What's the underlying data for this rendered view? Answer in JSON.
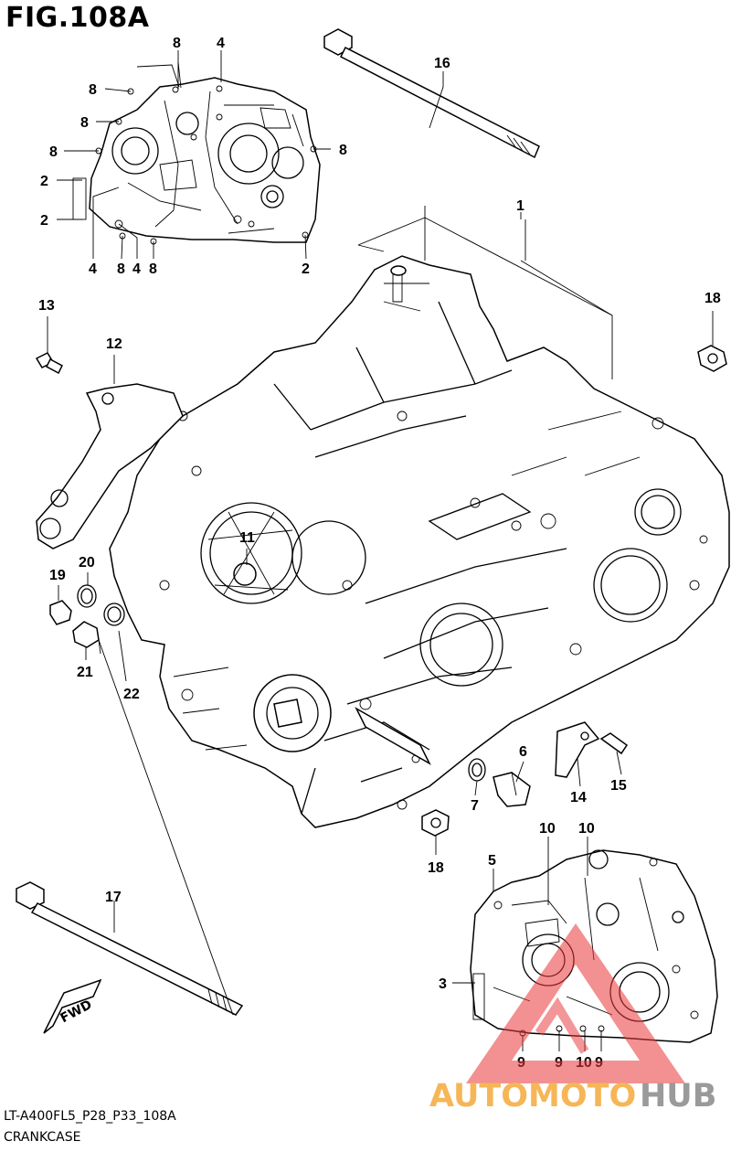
{
  "figure": {
    "title": "FIG.108A",
    "code": "LT-A400FL5_P28_P33_108A",
    "name": "CRANKCASE"
  },
  "callouts": {
    "c8a": "8",
    "c4a": "4",
    "c16": "16",
    "c8b": "8",
    "c8c": "8",
    "c8d": "8",
    "c8e": "8",
    "c2a": "2",
    "c2b": "2",
    "c4b": "4",
    "c8f": "8",
    "c4c": "4",
    "c8g": "8",
    "c2c": "2",
    "c1": "1",
    "c18a": "18",
    "c13": "13",
    "c12": "12",
    "c11": "11",
    "c20": "20",
    "c19": "19",
    "c21": "21",
    "c22": "22",
    "c6": "6",
    "c7": "7",
    "c14": "14",
    "c15": "15",
    "c18b": "18",
    "c10a": "10",
    "c10b": "10",
    "c5": "5",
    "c17": "17",
    "c3": "3",
    "c9a": "9",
    "c9b": "9",
    "c10c": "10",
    "c9c": "9"
  },
  "fwd_label": "FWD",
  "watermark": {
    "part1": "AUTOMOTO",
    "part2": "HUB",
    "color1": "#f6b657",
    "color2": "#9a9a9a",
    "logo_color": "#e8383b"
  },
  "colors": {
    "ink": "#000000",
    "paper": "#ffffff"
  }
}
